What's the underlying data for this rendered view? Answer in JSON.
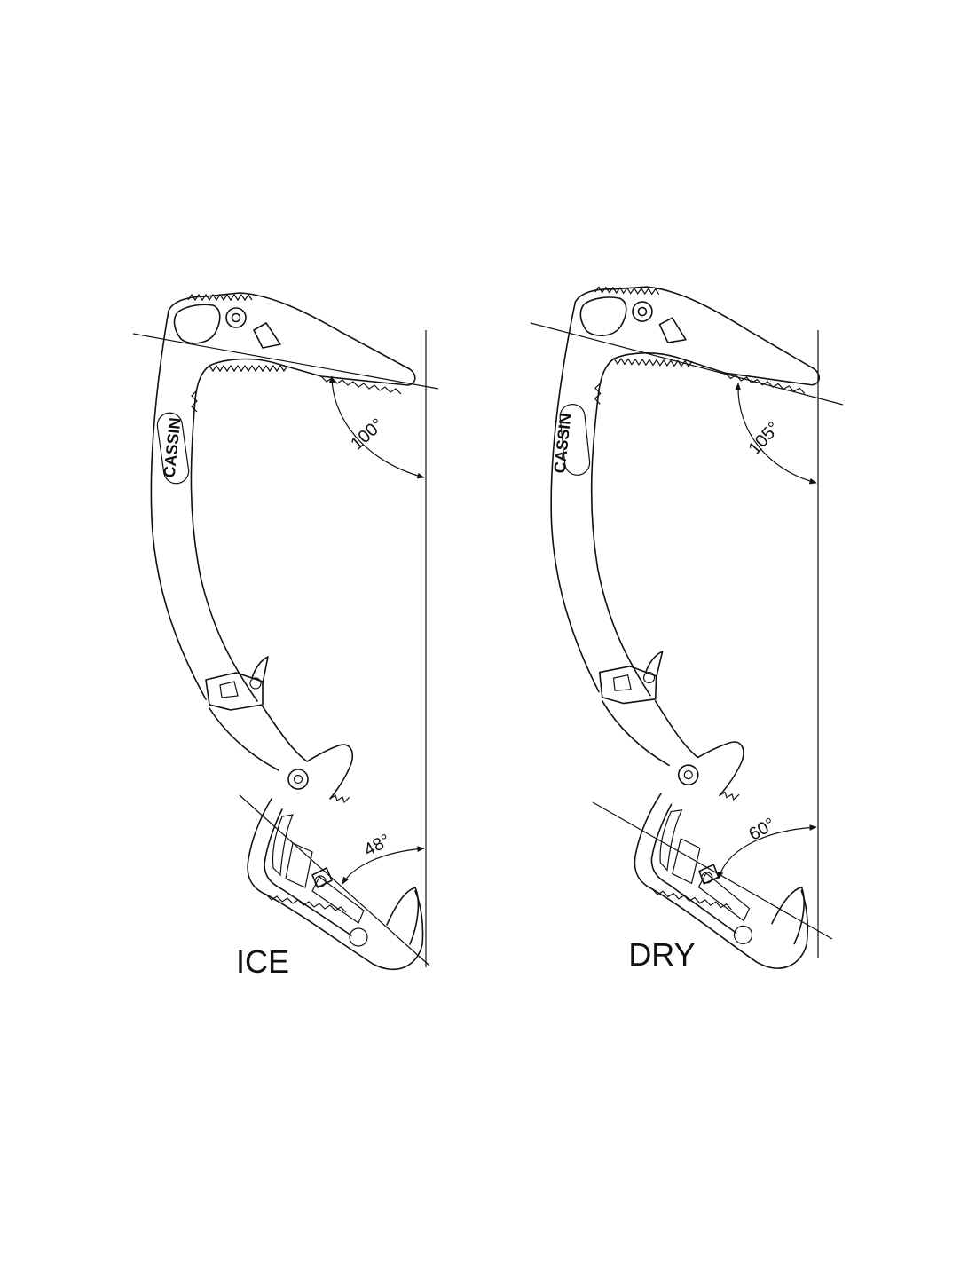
{
  "panels": [
    {
      "id": "ice",
      "mode_label": "ICE",
      "brand": "CASSIN",
      "pick_angle": "100°",
      "grip_angle": "48°"
    },
    {
      "id": "dry",
      "mode_label": "DRY",
      "brand": "CASSIN",
      "pick_angle": "105°",
      "grip_angle": "60°"
    }
  ],
  "colors": {
    "line": "#111111",
    "background": "#ffffff"
  }
}
